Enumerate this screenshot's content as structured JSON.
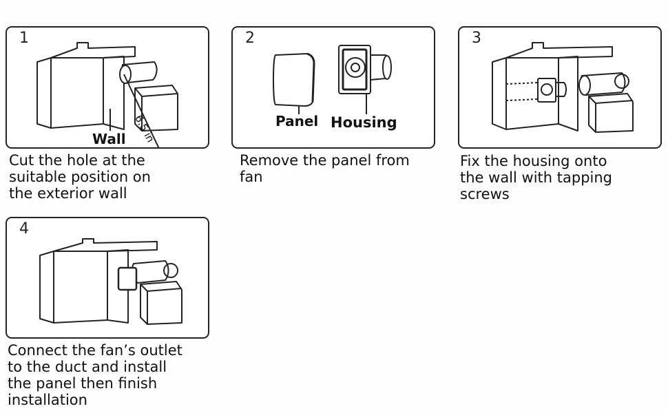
{
  "steps": [
    {
      "number": "1",
      "caption": "Cut the hole at the\nsuitable position on\nthe exterior wall",
      "labels": {
        "wall": "Wall",
        "dimension": "6.5 in"
      }
    },
    {
      "number": "2",
      "caption": "Remove the panel from\n fan",
      "labels": {
        "panel": "Panel",
        "housing": "Housing"
      }
    },
    {
      "number": "3",
      "caption": "Fix the housing onto\nthe wall with tapping\n screws"
    },
    {
      "number": "4",
      "caption": "Connect the fan’s outlet\nto the duct and install\nthe panel then finish\ninstallation"
    }
  ]
}
